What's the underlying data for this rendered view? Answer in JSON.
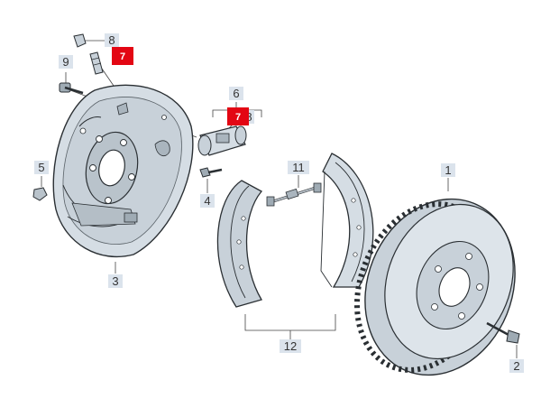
{
  "colors": {
    "part_fill": "#d5dde4",
    "part_fill_dark": "#aab5be",
    "part_stroke": "#2a2f33",
    "label_bg": "#dbe3ec",
    "highlight": "#e30613",
    "leader": "#444444"
  },
  "labels": [
    {
      "id": "label-1",
      "text": "1",
      "highlight": false
    },
    {
      "id": "label-2",
      "text": "2",
      "highlight": false
    },
    {
      "id": "label-3",
      "text": "3",
      "highlight": false
    },
    {
      "id": "label-4",
      "text": "4",
      "highlight": false
    },
    {
      "id": "label-5",
      "text": "5",
      "highlight": false
    },
    {
      "id": "label-6",
      "text": "6",
      "highlight": false
    },
    {
      "id": "label-7a",
      "text": "7",
      "highlight": true
    },
    {
      "id": "label-7b",
      "text": "7",
      "highlight": true
    },
    {
      "id": "label-8a",
      "text": "8",
      "highlight": false
    },
    {
      "id": "label-8b",
      "text": "8",
      "highlight": false
    },
    {
      "id": "label-9",
      "text": "9",
      "highlight": false
    },
    {
      "id": "label-11",
      "text": "11",
      "highlight": false
    },
    {
      "id": "label-12",
      "text": "12",
      "highlight": false
    }
  ]
}
